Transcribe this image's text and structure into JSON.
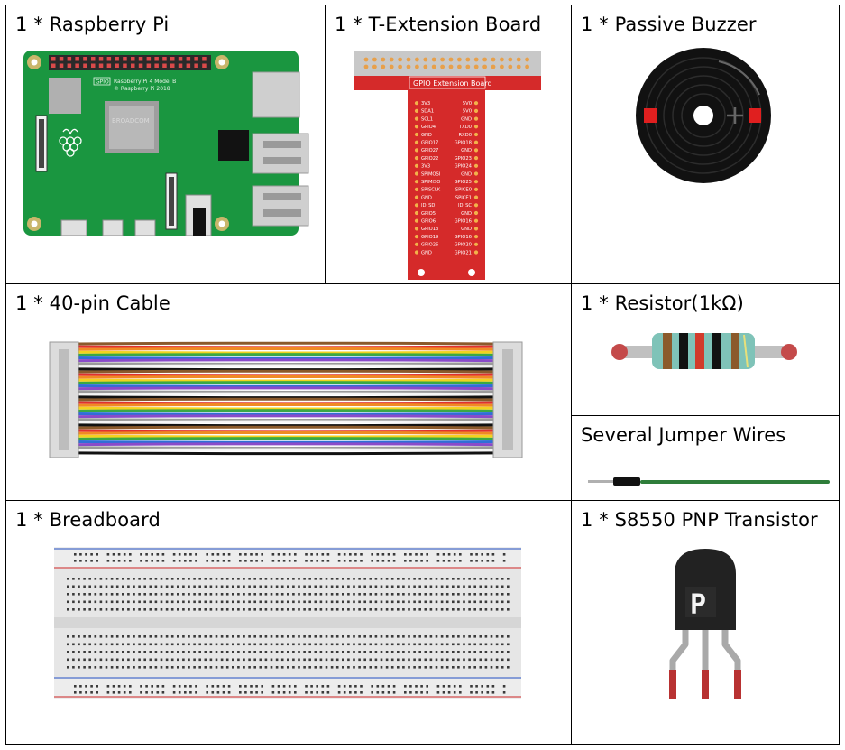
{
  "cells": {
    "raspberry_pi": {
      "label": "1 * Raspberry Pi"
    },
    "t_extension": {
      "label": "1 * T-Extension Board"
    },
    "buzzer": {
      "label": "1 * Passive Buzzer"
    },
    "cable": {
      "label": "1 * 40-pin Cable"
    },
    "resistor": {
      "label": "1 * Resistor(1kΩ)"
    },
    "jumper": {
      "label": "Several Jumper Wires"
    },
    "breadboard": {
      "label": "1 * Breadboard"
    },
    "transistor": {
      "label": "1 * S8550 PNP Transistor"
    }
  },
  "pi_board": {
    "gpio_tag": "GPIO",
    "model_line1": "Raspberry Pi 4 Model B",
    "model_line2": "© Raspberry Pi 2018",
    "chip_label": "BROADCOM"
  },
  "t_board": {
    "title": "GPIO Extension Board",
    "pins_left": [
      "3V3",
      "SDA1",
      "SCL1",
      "GPIO4",
      "GND",
      "GPIO17",
      "GPIO27",
      "GPIO22",
      "3V3",
      "SPIMOSI",
      "SPIMISO",
      "SPISCLK",
      "GND",
      "ID_SD",
      "GPIO5",
      "GPIO6",
      "GPIO13",
      "GPIO19",
      "GPIO26",
      "GND"
    ],
    "pins_right": [
      "5V0",
      "5V0",
      "GND",
      "TXD0",
      "RXD0",
      "GPIO18",
      "GND",
      "GPIO23",
      "GPIO24",
      "GND",
      "GPIO25",
      "SPICE0",
      "SPICE1",
      "ID_SC",
      "GND",
      "GPIO16",
      "GND",
      "GPIO16",
      "GPIO20",
      "GPIO21"
    ]
  },
  "transistor_mark": "P",
  "colors": {
    "pi_green": "#1a9640",
    "t_board_red": "#d52a2a",
    "buzzer_body": "#111111",
    "buzzer_terminal": "#e01f1f",
    "resistor_body": "#7fc3b8",
    "wire_green": "#2e7d3a",
    "rail_red": "#d34b4b",
    "rail_blue": "#4a6bc9",
    "transistor_body": "#222222",
    "lead_tip": "#b83232"
  }
}
